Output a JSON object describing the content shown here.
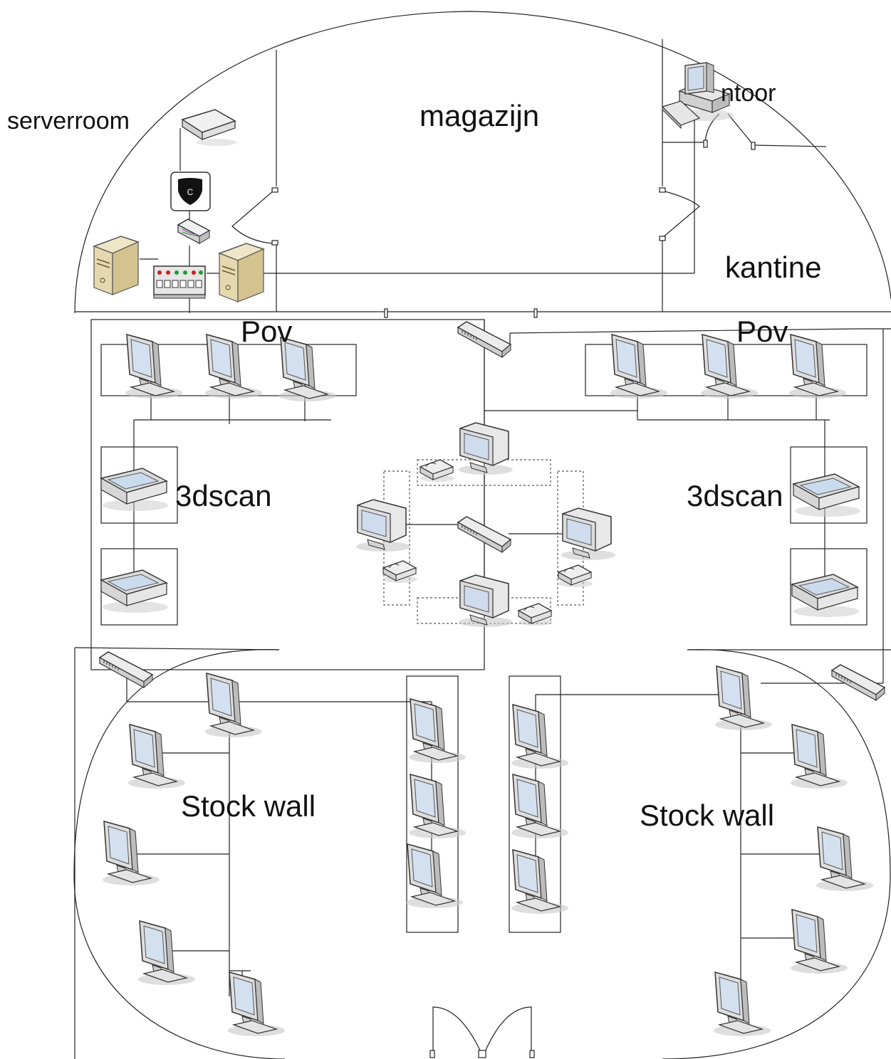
{
  "labels": {
    "serverroom": "serverroom",
    "magazijn": "magazijn",
    "kantoor": "ntoor",
    "kantine": "kantine",
    "pov_left": "Pov",
    "pov_right": "Pov",
    "scan_left": "3dscan",
    "scan_right": "3dscan",
    "stock_left": "Stock wall",
    "stock_right": "Stock wall",
    "firewall_glyph": "C"
  },
  "colors": {
    "line": "#222222",
    "monitor_frame": "#d9d9d9",
    "monitor_screen": "#c9d9ee",
    "server_case": "#e3d5a8",
    "shadow": "#bdbdbd",
    "led_red": "#cc1f1f",
    "led_green": "#1f9a3a"
  },
  "icons": {
    "monitor": "monitor-icon",
    "crt": "crt-monitor-icon",
    "scanner": "flatbed-scanner-icon",
    "switch": "network-switch-icon",
    "server": "server-tower-icon",
    "firewall": "firewall-shield-icon",
    "router": "router-icon",
    "modem": "modem-icon",
    "printer": "receipt-printer-icon",
    "workstation": "workstation-icon",
    "patch_panel": "patch-panel-icon"
  }
}
